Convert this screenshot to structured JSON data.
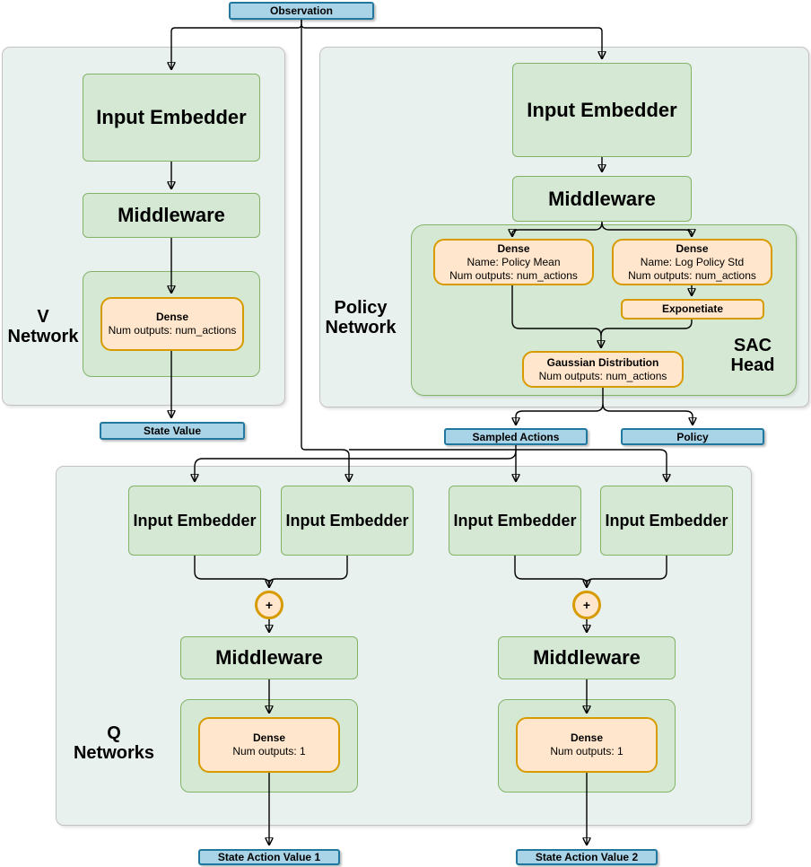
{
  "colors": {
    "node_green_fill": "#d5e8d4",
    "node_green_stroke": "#82b366",
    "container_fill": "#e9f1ee",
    "container_stroke": "#c2c2c2",
    "orange_fill": "#ffe6cc",
    "orange_stroke": "#d79b00",
    "blue_fill": "#a9d3e7",
    "blue_stroke": "#20789f",
    "arrow": "#000000"
  },
  "observation": {
    "label": "Observation"
  },
  "v_network": {
    "title": {
      "line1": "V",
      "line2": "Network"
    },
    "input_embedder": "Input Embedder",
    "middleware": "Middleware",
    "dense": {
      "title": "Dense",
      "detail": "Num outputs: num_actions"
    },
    "output": "State Value"
  },
  "policy_network": {
    "title": {
      "line1": "Policy",
      "line2": "Network"
    },
    "input_embedder": "Input Embedder",
    "middleware": "Middleware",
    "sac_head": {
      "title": {
        "line1": "SAC",
        "line2": "Head"
      },
      "dense_policy_mean": {
        "title": "Dense",
        "name": "Name: Policy Mean",
        "detail": "Num outputs: num_actions"
      },
      "dense_log_policy_std": {
        "title": "Dense",
        "name": "Name: Log Policy Std",
        "detail": "Num outputs: num_actions"
      },
      "exponentiate": "Exponetiate",
      "gaussian": {
        "title": "Gaussian Distribution",
        "detail": "Num outputs: num_actions"
      }
    },
    "outputs": {
      "sampled_actions": "Sampled Actions",
      "policy": "Policy"
    }
  },
  "q_networks": {
    "title": {
      "line1": "Q",
      "line2": "Networks"
    },
    "input_embedder": "Input Embedder",
    "plus": "+",
    "middleware": "Middleware",
    "dense": {
      "title": "Dense",
      "detail": "Num outputs: 1"
    },
    "outputs": {
      "q1": "State Action Value 1",
      "q2": "State Action Value 2"
    }
  }
}
